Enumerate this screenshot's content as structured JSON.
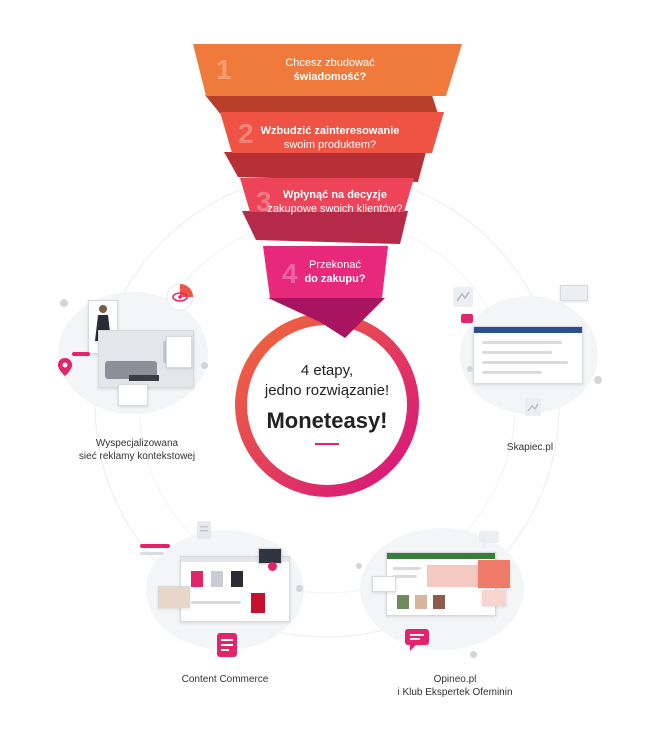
{
  "colors": {
    "step1": "#f07a3c",
    "step2": "#ee5344",
    "step3": "#ee4459",
    "step4": "#e8287a",
    "ring_start": "#f06a3a",
    "ring_end": "#d6127e",
    "accent_pink": "#e2246b"
  },
  "funnel": [
    {
      "number": "1",
      "line1": "Chcesz zbudować",
      "line2": "świadomość?"
    },
    {
      "number": "2",
      "line1": "Wzbudzić zainteresowanie",
      "line2": "swoim produktem?"
    },
    {
      "number": "3",
      "line1": "Wpłynąć na decyzje",
      "line2": "zakupowe swoich klientów?"
    },
    {
      "number": "4",
      "line1": "Przekonać",
      "line2": "do zakupu?"
    }
  ],
  "center": {
    "line1": "4 etapy,",
    "line2": "jedno rozwiązanie!",
    "brand": "Moneteasy!"
  },
  "nodes": {
    "left": {
      "line1": "Wyspecjalizowana",
      "line2": "sieć reklamy kontekstowej",
      "icon": "eye-icon"
    },
    "right": {
      "line1": "Skapiec.pl",
      "icon": "price-compare-icon"
    },
    "bottom_left": {
      "line1": "Content Commerce",
      "icon": "document-icon"
    },
    "bottom_right": {
      "line1": "Opineo.pl",
      "line2": "i Klub Ekspertek Ofeminin",
      "icon": "chat-icon"
    }
  }
}
